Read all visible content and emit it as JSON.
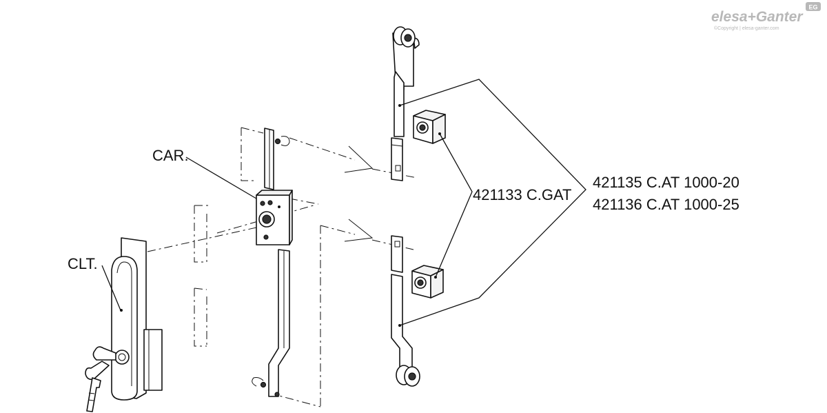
{
  "brand": {
    "logo_text": "elesa+Ganter",
    "badge": "EG",
    "copyright": "©Copyright | elesa-ganter.com"
  },
  "labels": {
    "car": "CAR.",
    "clt": "CLT.",
    "c_gat": "421133 C.GAT",
    "c_at_20": "421135 C.AT 1000-20",
    "c_at_25": "421136 C.AT 1000-25"
  },
  "colors": {
    "line": "#111111",
    "logo": "#b8b8b8",
    "background": "#ffffff"
  }
}
